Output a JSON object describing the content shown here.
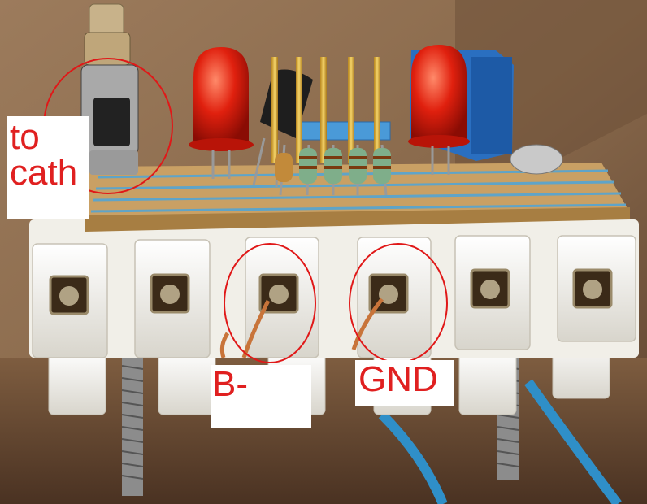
{
  "image": {
    "subject": "perfboard-circuit-on-terminal-block",
    "annotations": [
      {
        "id": "cath",
        "text": "to\ncath"
      },
      {
        "id": "bminus",
        "text": "B-"
      },
      {
        "id": "gnd",
        "text": "GND"
      }
    ],
    "colors": {
      "annotation_text": "#e02020",
      "annotation_bg": "#ffffff",
      "highlight_circle": "#e01818",
      "led": "#e02010",
      "terminal": "#f2f0ea",
      "board": "#c9a064",
      "trim_pot": "#2a6fc0",
      "wire": "#2f8fc8"
    }
  }
}
